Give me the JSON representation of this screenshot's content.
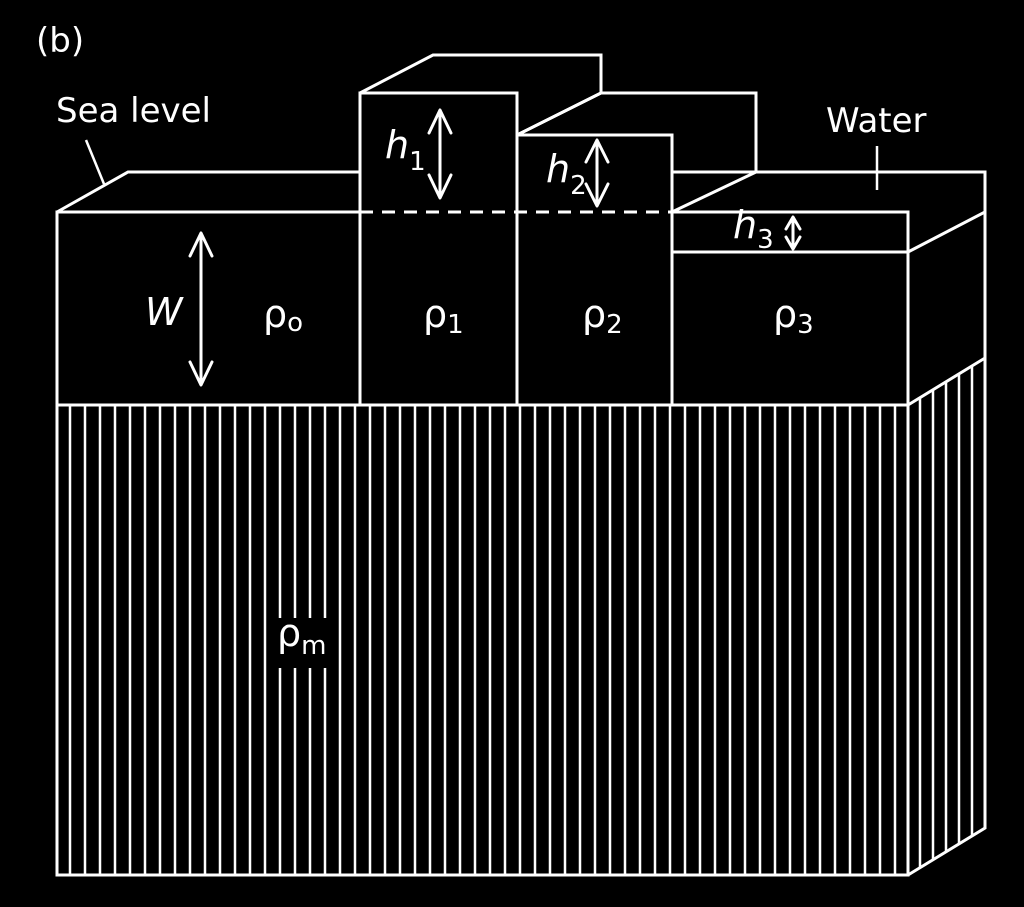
{
  "panel_label": "(b)",
  "labels": {
    "sea_level": "Sea level",
    "water": "Water"
  },
  "symbols": {
    "w": "W",
    "h1": {
      "base": "h",
      "sub": "1"
    },
    "h2": {
      "base": "h",
      "sub": "2"
    },
    "h3": {
      "base": "h",
      "sub": "3"
    }
  },
  "densities": {
    "rho_o": {
      "base": "ρ",
      "sub": "o"
    },
    "rho_1": {
      "base": "ρ",
      "sub": "1"
    },
    "rho_2": {
      "base": "ρ",
      "sub": "2"
    },
    "rho_3": {
      "base": "ρ",
      "sub": "3"
    },
    "rho_m": {
      "base": "ρ",
      "sub": "m"
    }
  },
  "colors": {
    "background": "#000000",
    "line": "#ffffff"
  }
}
